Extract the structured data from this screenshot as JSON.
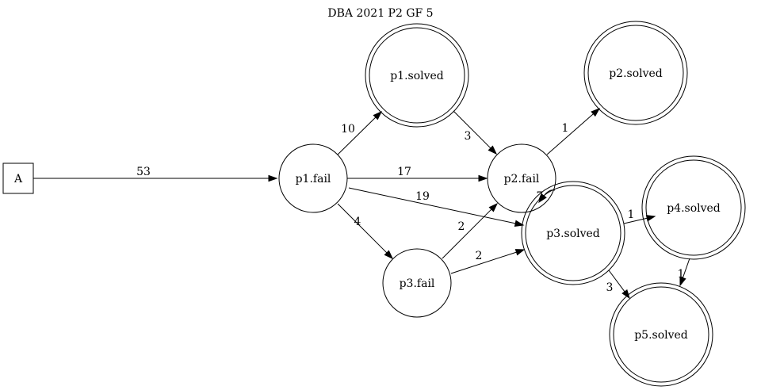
{
  "diagram": {
    "title": "DBA 2021 P2 GF 5",
    "nodes": [
      {
        "id": "A",
        "label": "A",
        "shape": "box"
      },
      {
        "id": "p1_fail",
        "label": "p1.fail",
        "shape": "circle"
      },
      {
        "id": "p1_solved",
        "label": "p1.solved",
        "shape": "doublecircle"
      },
      {
        "id": "p2_fail",
        "label": "p2.fail",
        "shape": "circle"
      },
      {
        "id": "p2_solved",
        "label": "p2.solved",
        "shape": "doublecircle"
      },
      {
        "id": "p3_fail",
        "label": "p3.fail",
        "shape": "circle"
      },
      {
        "id": "p3_solved",
        "label": "p3.solved",
        "shape": "doublecircle"
      },
      {
        "id": "p4_solved",
        "label": "p4.solved",
        "shape": "doublecircle"
      },
      {
        "id": "p5_solved",
        "label": "p5.solved",
        "shape": "doublecircle"
      }
    ],
    "edges": [
      {
        "from": "A",
        "to": "p1_fail",
        "label": "53"
      },
      {
        "from": "p1_fail",
        "to": "p1_solved",
        "label": "10"
      },
      {
        "from": "p1_fail",
        "to": "p2_fail",
        "label": "17"
      },
      {
        "from": "p1_fail",
        "to": "p3_solved",
        "label": "19"
      },
      {
        "from": "p1_fail",
        "to": "p3_fail",
        "label": "4"
      },
      {
        "from": "p1_solved",
        "to": "p2_fail",
        "label": "3"
      },
      {
        "from": "p2_fail",
        "to": "p2_solved",
        "label": "1"
      },
      {
        "from": "p3_fail",
        "to": "p2_fail",
        "label": "2"
      },
      {
        "from": "p3_fail",
        "to": "p3_solved",
        "label": "2"
      },
      {
        "from": "p3_solved",
        "to": "p2_fail",
        "label": "7"
      },
      {
        "from": "p3_solved",
        "to": "p4_solved",
        "label": "1"
      },
      {
        "from": "p3_solved",
        "to": "p5_solved",
        "label": "3"
      },
      {
        "from": "p4_solved",
        "to": "p5_solved",
        "label": "1"
      }
    ]
  }
}
